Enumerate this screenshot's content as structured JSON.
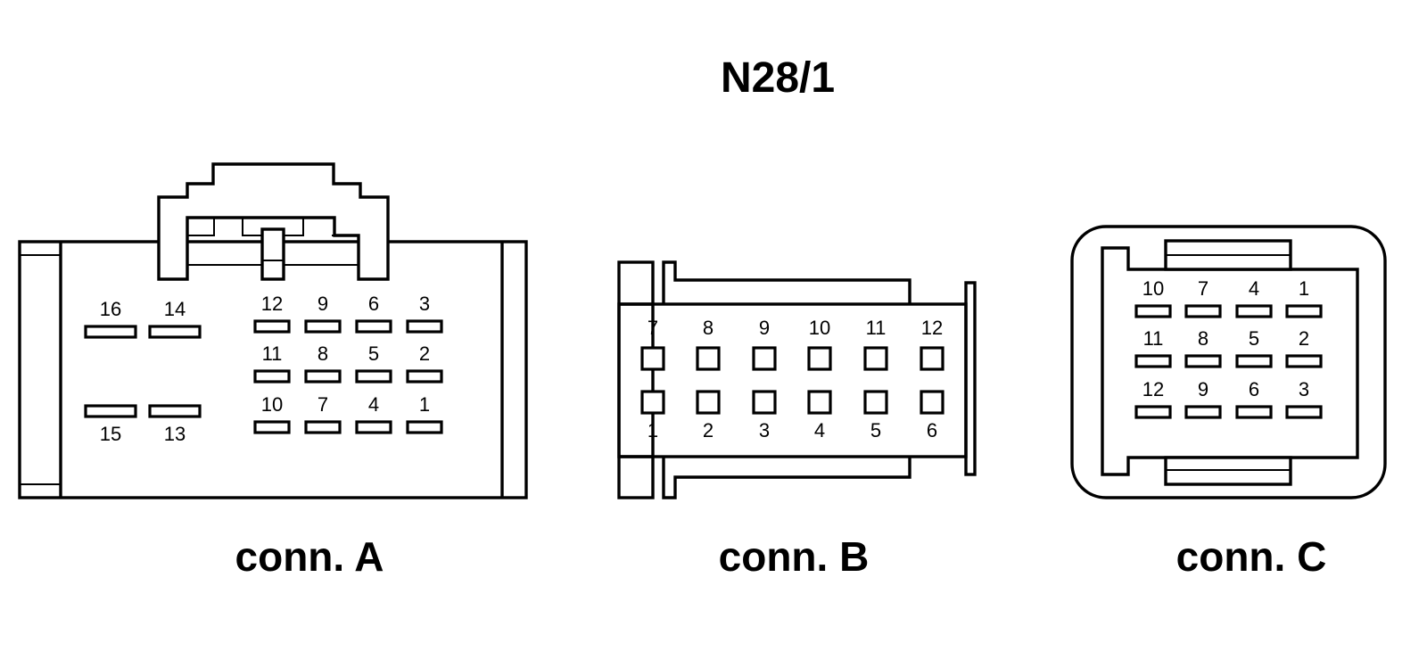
{
  "title": "N28/1",
  "connectors": {
    "a": {
      "label": "conn. A",
      "pins": [
        "1",
        "2",
        "3",
        "4",
        "5",
        "6",
        "7",
        "8",
        "9",
        "10",
        "11",
        "12",
        "13",
        "14",
        "15",
        "16"
      ]
    },
    "b": {
      "label": "conn. B",
      "pins": [
        "1",
        "2",
        "3",
        "4",
        "5",
        "6",
        "7",
        "8",
        "9",
        "10",
        "11",
        "12"
      ]
    },
    "c": {
      "label": "conn. C",
      "pins": [
        "1",
        "2",
        "3",
        "4",
        "5",
        "6",
        "7",
        "8",
        "9",
        "10",
        "11",
        "12"
      ]
    }
  }
}
